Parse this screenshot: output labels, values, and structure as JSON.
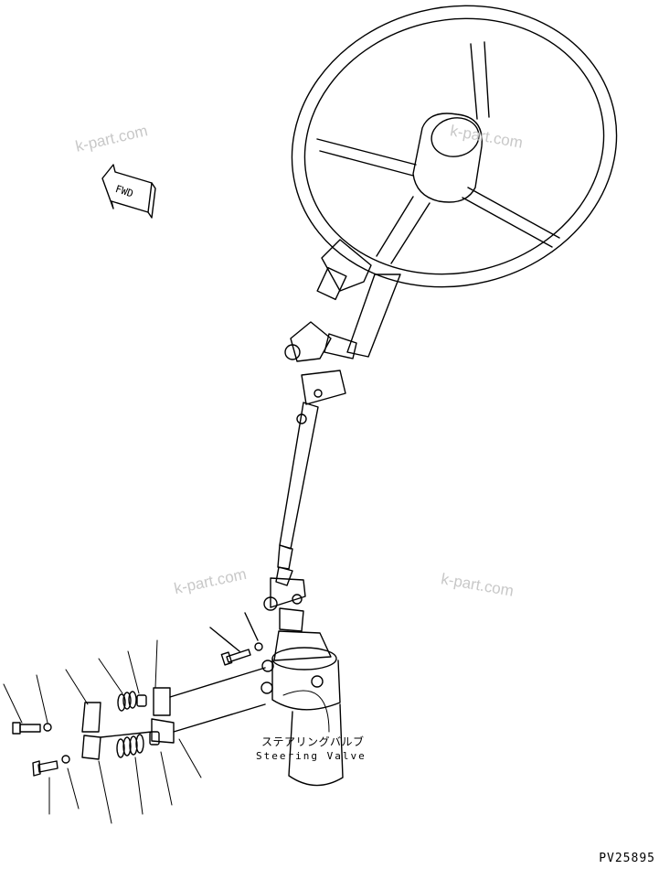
{
  "watermarks": [
    "k-part.com",
    "k-part.com",
    "k-part.com",
    "k-part.com"
  ],
  "direction_marker": {
    "text": "FWD",
    "icon": "arrow-left-icon"
  },
  "part_label": {
    "japanese": "ステアリングバルブ",
    "english": "Steering Valve"
  },
  "drawing_code": "PV25895",
  "colors": {
    "line": "#000000",
    "watermark": "#c8c8c8",
    "background": "#ffffff"
  }
}
